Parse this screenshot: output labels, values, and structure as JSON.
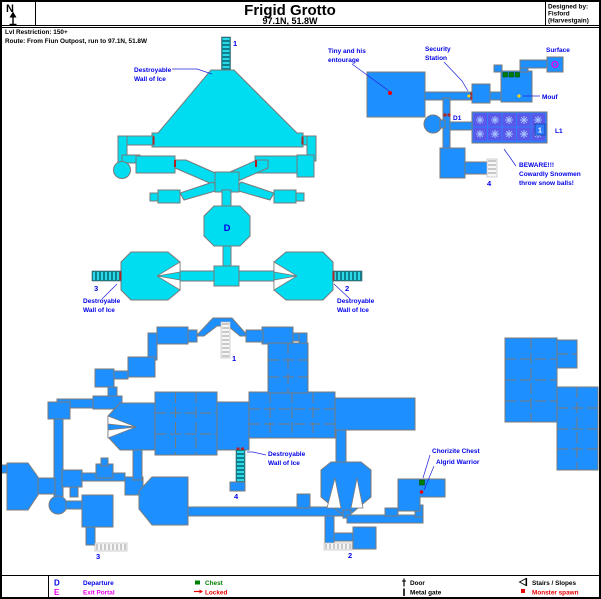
{
  "header": {
    "compass": "N",
    "title": "Frigid Grotto",
    "coords": "97.1N, 51.8W",
    "designed_by": [
      "Designed by:",
      "Fisford",
      "(Harvestgain)"
    ]
  },
  "info": {
    "level_restriction": "Lvl Restriction: 150+",
    "route": "Route: From Fiun Outpost, run to 97.1N, 51.8W"
  },
  "labels": {
    "destroyable_wall": [
      "Destroyable",
      "Wall of Ice"
    ],
    "tiny": [
      "Tiny and his",
      "entourage"
    ],
    "security": [
      "Security",
      "Station"
    ],
    "surface": "Surface",
    "mouf": "Mouf",
    "d1": "D1",
    "l1": "L1",
    "beware": [
      "BEWARE!!!",
      "Cowardly Snowmen",
      "throw snow balls!"
    ],
    "chorizite_chest": "Chorizite Chest",
    "algrid_warrior": "Algrid Warrior"
  },
  "markers": {
    "m1": "1",
    "m2": "2",
    "m3": "3",
    "m4": "4",
    "departure": "D"
  },
  "legend": {
    "departure": {
      "symbol": "D",
      "label": "Departure"
    },
    "exit_portal": {
      "symbol": "E",
      "label": "Exit Portal"
    },
    "chest": "Chest",
    "locked": "Locked",
    "door": "Door",
    "metal_gate": "Metal gate",
    "stairs": "Stairs / Slopes",
    "monster_spawn": "Monster spawn"
  },
  "colors": {
    "cyan": "#00dcf0",
    "blue": "#1e8fff",
    "grid-frame": "#2f7bff",
    "cell": "#5a58e8",
    "flake": "#a8c4ff",
    "label": "#0000e8",
    "wall": "#7a7a7a",
    "ice-dark": "#0e7f8c",
    "ice-light": "#2ad8e8",
    "green": "#008000",
    "red": "#e80000",
    "magenta": "#e800e8",
    "yellow": "#ffd800"
  }
}
